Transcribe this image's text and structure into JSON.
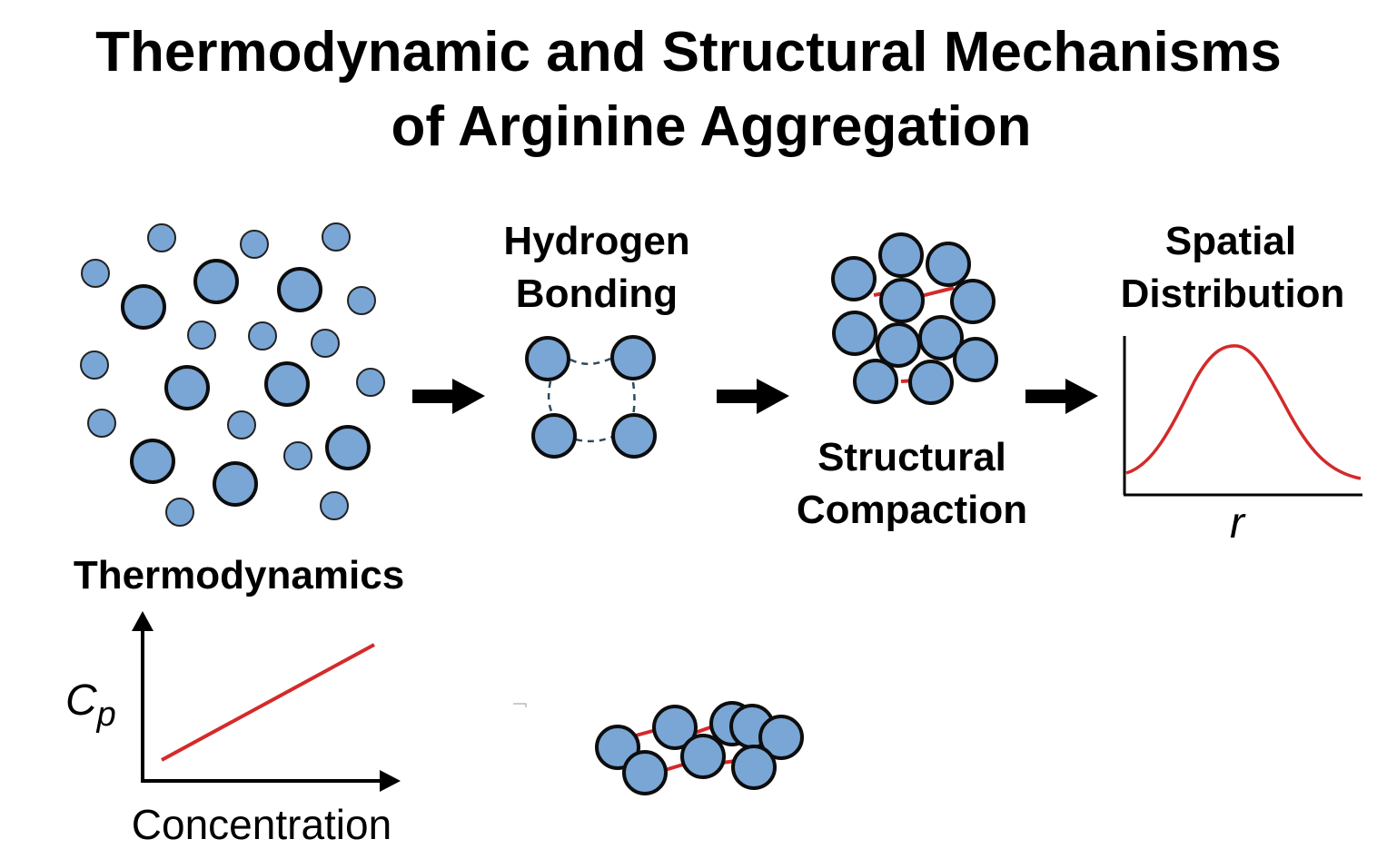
{
  "title": {
    "line1": "Thermodynamic and Structural Mechanisms",
    "line2": "of Arginine Aggregation"
  },
  "stages": {
    "hydrogen_bonding": {
      "line1": "Hydrogen",
      "line2": "Bonding"
    },
    "structural_compaction": {
      "line1": "Structural",
      "line2": "Compaction"
    },
    "spatial_distribution": {
      "line1": "Spatial",
      "line2": "Distribution",
      "x_axis_label": "r"
    }
  },
  "thermodynamics": {
    "heading": "Thermodynamics",
    "y_axis_label": "C",
    "y_axis_subscript": "p",
    "x_axis_label": "Concentration"
  },
  "colors": {
    "molecule_fill": "#7aa6d6",
    "molecule_stroke": "#0d0d0d",
    "curve": "#d42a2a",
    "bond_dashes": "#2b4a5e",
    "arrow": "#000000"
  }
}
